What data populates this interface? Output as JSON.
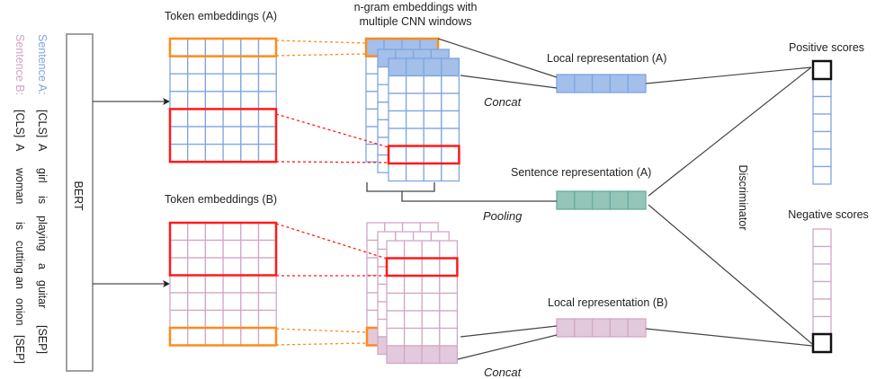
{
  "sentences": {
    "a": {
      "label": "Sentence A:",
      "tokens": [
        "[CLS]",
        "A",
        "girl",
        "is",
        "playing",
        "a",
        "guitar",
        "[SEP]"
      ]
    },
    "b": {
      "label": "Sentence B:",
      "tokens": [
        "[CLS]",
        "A",
        "woman",
        "is",
        "cutting",
        "an",
        "onion",
        "[SEP]"
      ]
    }
  },
  "encoder": {
    "label": "BERT"
  },
  "labels": {
    "token_emb_a": "Token embeddings (A)",
    "token_emb_b": "Token embeddings (B)",
    "ngram_line1": "n-gram embeddings with",
    "ngram_line2": "multiple CNN windows",
    "local_rep_a": "Local representation (A)",
    "local_rep_b": "Local representation (B)",
    "sentence_rep_a": "Sentence representation (A)",
    "concat_a": "Concat",
    "concat_b": "Concat",
    "pooling": "Pooling",
    "discriminator": "Discriminator",
    "positive_scores": "Positive scores",
    "negative_scores": "Negative scores"
  },
  "colors": {
    "blue_stroke": "#7ea6e0",
    "blue_fill": "#a3bfea",
    "pink_stroke": "#d0a8c6",
    "pink_fill": "#e3c9dc",
    "green_stroke": "#67ab9f",
    "green_fill": "#93c6b8",
    "orange": "#ff8a1c",
    "red": "#ff1a1a",
    "line": "#444444"
  }
}
